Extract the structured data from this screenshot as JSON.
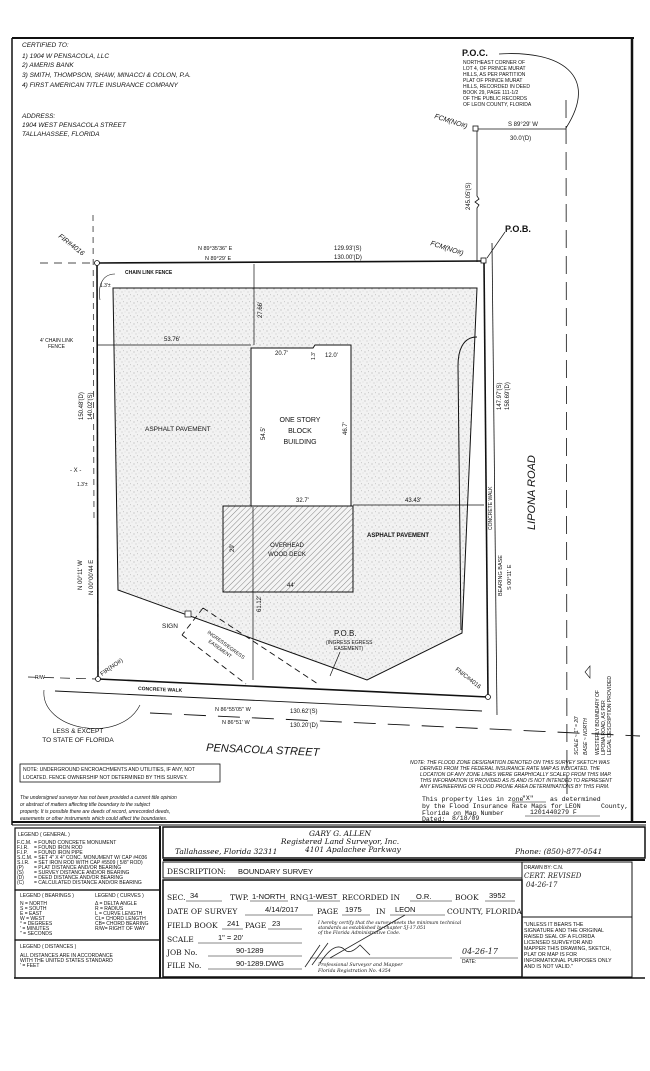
{
  "certified": {
    "heading": "CERTIFIED TO:",
    "items": [
      "1) 1904 W PENSACOLA, LLC",
      "2) AMERIS BANK",
      "3) SMITH, THOMPSON, SHAW, MINACCI & COLON, P.A.",
      "4) FIRST AMERICAN TITLE INSURANCE COMPANY"
    ]
  },
  "address": {
    "heading": "ADDRESS:",
    "line1": "1904 WEST PENSACOLA STREET",
    "line2": "TALLAHASSEE, FLORIDA"
  },
  "poc": {
    "title": "P.O.C.",
    "lines": [
      "NORTHEAST CORNER OF",
      "LOT 4, OF PRINCE MURAT",
      "HILLS, AS PER PARTITION",
      "PLAT OF PRINCE MURAT",
      "HILLS, RECORDED IN DEED",
      "BOOK 29, PAGE 111-1/2",
      "OF THE PUBLIC RECORDS",
      "OF LEON COUNTY, FLORIDA"
    ],
    "monument": "FCM(NO#)",
    "bearing": "S 89°29' W",
    "distance": "30.0'(D)",
    "tie_distance": "245.05'(S)"
  },
  "drawing": {
    "pob": "P.O.B.",
    "pob_monument": "FCM(NO#)",
    "nw_monument": "FIR#4016",
    "north_bearing_s": "N 89°35'36\" E",
    "north_bearing_d": "N 89°29' E",
    "north_dist_s": "129.93'(S)",
    "north_dist_d": "130.00'(D)",
    "chain_link_fence": "CHAIN LINK FENCE",
    "offset_nw": "1.3'±",
    "fence_4ft_1": "4' CHAIN LINK",
    "fence_4ft_2": "FENCE",
    "dim_53_76": "53.76'",
    "dim_27_66": "27.66'",
    "dim_20_7": "20.7'",
    "dim_1_3": "1.3'",
    "dim_12_0": "12.0'",
    "west_dist_d": "150.48'(D)",
    "west_dist_s": "140.02'(S)",
    "asphalt_1": "ASPHALT PAVEMENT",
    "building_1": "ONE STORY",
    "building_2": "BLOCK",
    "building_3": "BUILDING",
    "dim_54_5": "54.5'",
    "dim_46_7": "46.7'",
    "fence_x": "- X -",
    "offset_w": "1.3'±",
    "dim_32_7": "32.7'",
    "dim_43_43": "43.43'",
    "asphalt_2": "ASPHALT PAVEMENT",
    "deck_1": "OVERHEAD",
    "deck_2": "WOOD DECK",
    "dim_29": "29'",
    "dim_44": "44'",
    "dim_61_12": "61.12'",
    "west_bearing_s": "N 00°11' W",
    "west_bearing_d": "N 00°00'44 E",
    "sign": "SIGN",
    "easement_1": "INGRESS/EGRESS",
    "easement_2": "EASEMENT",
    "pob_ie": "P.O.B.",
    "pob_ie_1": "(INGRESS EGRESS",
    "pob_ie_2": "EASEMENT)",
    "sw_monument": "FIR(NO#)",
    "se_monument": "FN/C#4016",
    "rw": "R/W",
    "concrete_walk_s": "CONCRETE WALK",
    "south_bearing_s": "N 86°55'05\" W",
    "south_dist_s": "130.62'(S)",
    "south_bearing_d": "N 86°51' W",
    "south_dist_d": "130.20'(D)",
    "less_except_1": "LESS & EXCEPT",
    "less_except_2": "TO STATE OF FLORIDA",
    "street_south": "PENSACOLA STREET",
    "street_east": "LIPONA ROAD",
    "concrete_walk_e": "CONCRETE WALK",
    "east_dist_s": "147.97'(S)",
    "east_dist_d": "158.69'(D)",
    "bearing_base_1": "BEARING BASE",
    "bearing_base_2": "S 00°11' E",
    "scale": "SCALE ~ 1\" = 20'",
    "base_north": "BASE ~ NORTH",
    "westerly_1": "WESTERLY BOUNDARY OF",
    "westerly_2": "LIPONA ROAD, AS PER",
    "westerly_3": "LEGAL DESCRIPTION PROVIDED"
  },
  "notes": {
    "underground_1": "NOTE: UNDERGROUND ENCROACHMENTS AND UTILITIES, IF ANY, NOT",
    "underground_2": "LOCATED. FENCE OWNERSHIP NOT DETERMINED BY THIS SURVEY.",
    "disclaimer": [
      "The undersigned surveyor has not been provided a current title opinion",
      "or abstract of matters affecting title boundary to the subject",
      "property. It is possible there are deeds of record, unrecorded deeds,",
      "easements or other instruments which could affect the boundaries."
    ],
    "flood_note": [
      "NOTE: THE FLOOD ZONE DESIGNATION DENOTED ON THIS SURVEY SKETCH WAS",
      "DERIVED FROM THE FEDERAL INSURANCE RATE MAP AS INDICATED. THE",
      "LOCATION OF ANY ZONE LINES WERE GRAPHICALLY SCALED FROM THIS MAP.",
      "THIS INFORMATION IS PROVIDED AS IS AND IS NOT INTENDED TO REPRESENT",
      "ANY ENGINEERING OR FLOOD PRONE AREA DETERMINATIONS BY THIS FIRM."
    ],
    "flood_zone": {
      "lies_in": "This property lies in zone",
      "zone": "\"X\"",
      "determined": "as determined",
      "by_maps": "by the Flood Insurance Rate Maps for",
      "county": "LEON",
      "county_suffix": "County,",
      "map_number_label": "Florida on Map Number",
      "map_number": "1201440279 F",
      "dated_label": "Dated:",
      "dated": "8/18/09"
    }
  },
  "legend": {
    "general_title": "LEGEND    ( GENERAL )",
    "general": [
      {
        "abbr": "F.C.M.",
        "desc": "= FOUND CONCRETE MONUMENT"
      },
      {
        "abbr": "F.I.R.",
        "desc": "= FOUND IRON ROD"
      },
      {
        "abbr": "F.I.P.",
        "desc": "= FOUND IRON PIPE"
      },
      {
        "abbr": "S.C.M.",
        "desc": "= SET 4\" X 4\" CONC. MONUMENT W/ CAP #4036"
      },
      {
        "abbr": "S.I.R.",
        "desc": "= SET IRON ROD WITH CAP #5509 ( 5/8\" ROD)"
      },
      {
        "abbr": "(P)",
        "desc": "= PLAT DISTANCE AND/OR BEARING"
      },
      {
        "abbr": "(S)",
        "desc": "= SURVEY DISTANCE AND/OR BEARING"
      },
      {
        "abbr": "(D)",
        "desc": "= DEED DISTANCE AND/OR BEARING"
      },
      {
        "abbr": "(C)",
        "desc": "= CALCULATED DISTANCE AND/OR BEARING"
      }
    ],
    "bearings_title": "LEGEND  ( BEARINGS )",
    "bearings": [
      "N  = NORTH",
      "S  = SOUTH",
      "E  = EAST",
      "W  = WEST",
      "°  = DEGREES",
      "'  = MINUTES",
      "\"  = SECONDS"
    ],
    "curves_title": "LEGEND  ( CURVES )",
    "curves": [
      "Δ = DELTA ANGLE",
      "R = RADIUS",
      "L = CURVE LENGTH",
      "CL= CHORD LENGTH",
      "CB= CHORD BEARING",
      "R/W= RIGHT OF WAY"
    ],
    "distances_title": "LEGEND  ( DISTANCES )",
    "distances": [
      "ALL DISTANCES ARE IN ACCORDANCE",
      "WITH THE UNITED STATES STANDARD",
      "' = FEET"
    ]
  },
  "title_block": {
    "company": {
      "name": "GARY G. ALLEN",
      "firm": "Registered Land Surveyor, Inc.",
      "street": "4101 Apalachee Parkway",
      "city": "Tallahassee, Florida 32311",
      "phone": "Phone: (850)-877-0541"
    },
    "description_label": "DESCRIPTION:",
    "description": "BOUNDARY SURVEY",
    "drawn_by": "DRAWN BY: C.N.",
    "revision_note_1": "CERT. REVISED",
    "revision_note_2": "04-26-17",
    "sec_label": "SEC.",
    "sec": "34",
    "twp_label": "TWP.",
    "twp": "1-NORTH",
    "rng_label": "RNG",
    "rng": "1-WEST",
    "recorded_label": "RECORDED IN",
    "recorded_in": "O.R.",
    "book_label": "BOOK",
    "book": "3952",
    "date_label": "DATE OF SURVEY",
    "date": "4/14/2017",
    "page_label": "PAGE",
    "page": "1975",
    "in_label": "IN",
    "county": "LEON",
    "county_suffix": "COUNTY, FLORIDA",
    "field_book_label": "FIELD BOOK",
    "field_book": "241",
    "fb_page_label": "PAGE",
    "fb_page": "23",
    "scale_label": "SCALE",
    "scale": "1\" = 20'",
    "job_label": "JOB No.",
    "job": "90-1289",
    "file_label": "FILE No.",
    "file": "90-1289.DWG",
    "certification": [
      "I hereby certify that the survey meets the minimum technical",
      "standards as established by chapter 5J-17.051",
      "of the Florida Administrative Code."
    ],
    "signer_title": "Professional Surveyor and Mapper",
    "registration": "Florida Registration No. 4354",
    "sign_date": "04-26-17",
    "sign_date_label": "DATE:",
    "seal_note": [
      "\"UNLESS IT BEARS THE",
      "SIGNATURE AND THE ORIGINAL",
      "RAISED SEAL OF A FLORIDA",
      "LICENSED SURVEYOR AND",
      "MAPPER THIS DRAWING, SKETCH,",
      "PLAT OR MAP IS FOR",
      "INFORMATIONAL PURPOSES ONLY",
      "AND IS NOT VALID.\""
    ]
  }
}
